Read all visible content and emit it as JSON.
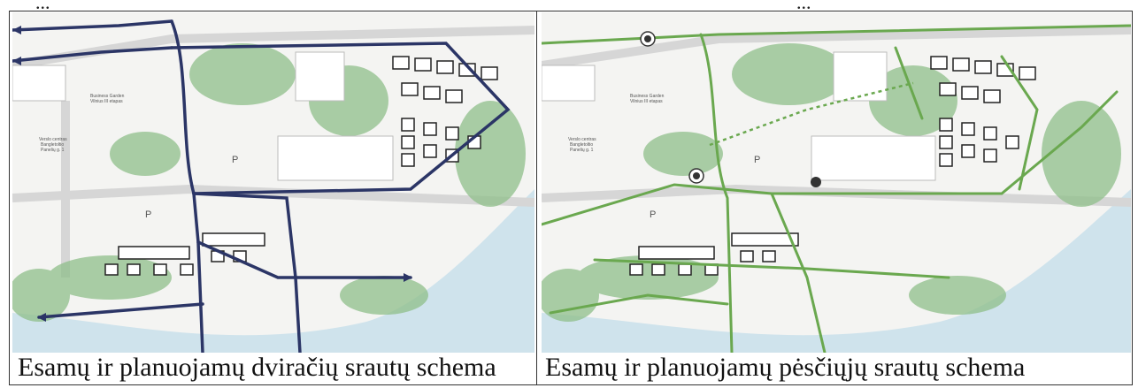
{
  "header_fragment": {
    "left_text": "...",
    "right_text": "..."
  },
  "panels": [
    {
      "caption": "Esamų ir planuojamų dviračių srautų schema",
      "labels": {
        "business_garden": "Business Garden",
        "business_garden_sub": "Vilnius III etapas",
        "verslo_centras": "Verslo centras",
        "verslo_centras_sub1": "Bangletoltio",
        "verslo_centras_sub2": "Panelių g. 1",
        "parking_1": "P",
        "parking_2": "P"
      },
      "colors": {
        "route": "#2b3566",
        "water": "#cfe3ec",
        "greenery": "#8fbf8a",
        "building": "#ffffff"
      }
    },
    {
      "caption": "Esamų ir planuojamų pėsčiųjų srautų schema",
      "labels": {
        "business_garden": "Business Garden",
        "business_garden_sub": "Vilnius III etapas",
        "verslo_centras": "Verslo centras",
        "verslo_centras_sub1": "Bangletoltio",
        "verslo_centras_sub2": "Panelių g. 1",
        "parking_1": "P",
        "parking_2": "P"
      },
      "colors": {
        "route": "#6aa84f",
        "water": "#cfe3ec",
        "greenery": "#8fbf8a",
        "building": "#ffffff"
      }
    }
  ]
}
